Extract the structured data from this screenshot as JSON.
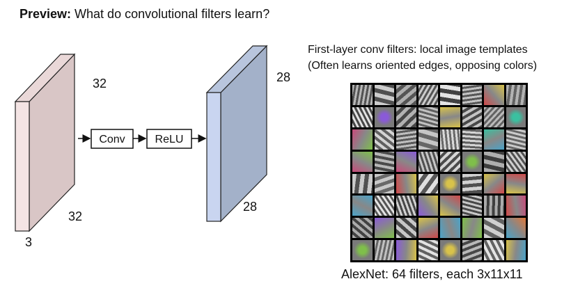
{
  "title": {
    "bold": "Preview:",
    "rest": " What do convolutional filters learn?"
  },
  "diagram": {
    "input": {
      "height": "32",
      "width": "32",
      "depth": "3"
    },
    "ops": [
      "Conv",
      "ReLU"
    ],
    "output": {
      "height": "28",
      "width": "28"
    },
    "colors": {
      "input_face": "#f4e4e4",
      "input_side": "#d9c6c6",
      "output_face": "#c9d5f0",
      "output_side": "#a3b1c9",
      "stroke": "#222222"
    }
  },
  "filters": {
    "caption_line1": "First-layer conv filters: local image templates",
    "caption_line2": "(Often learns oriented edges, opposing colors)",
    "rows": 8,
    "cols": 8,
    "bottom_caption": "AlexNet: 64 filters, each 3x11x11"
  }
}
